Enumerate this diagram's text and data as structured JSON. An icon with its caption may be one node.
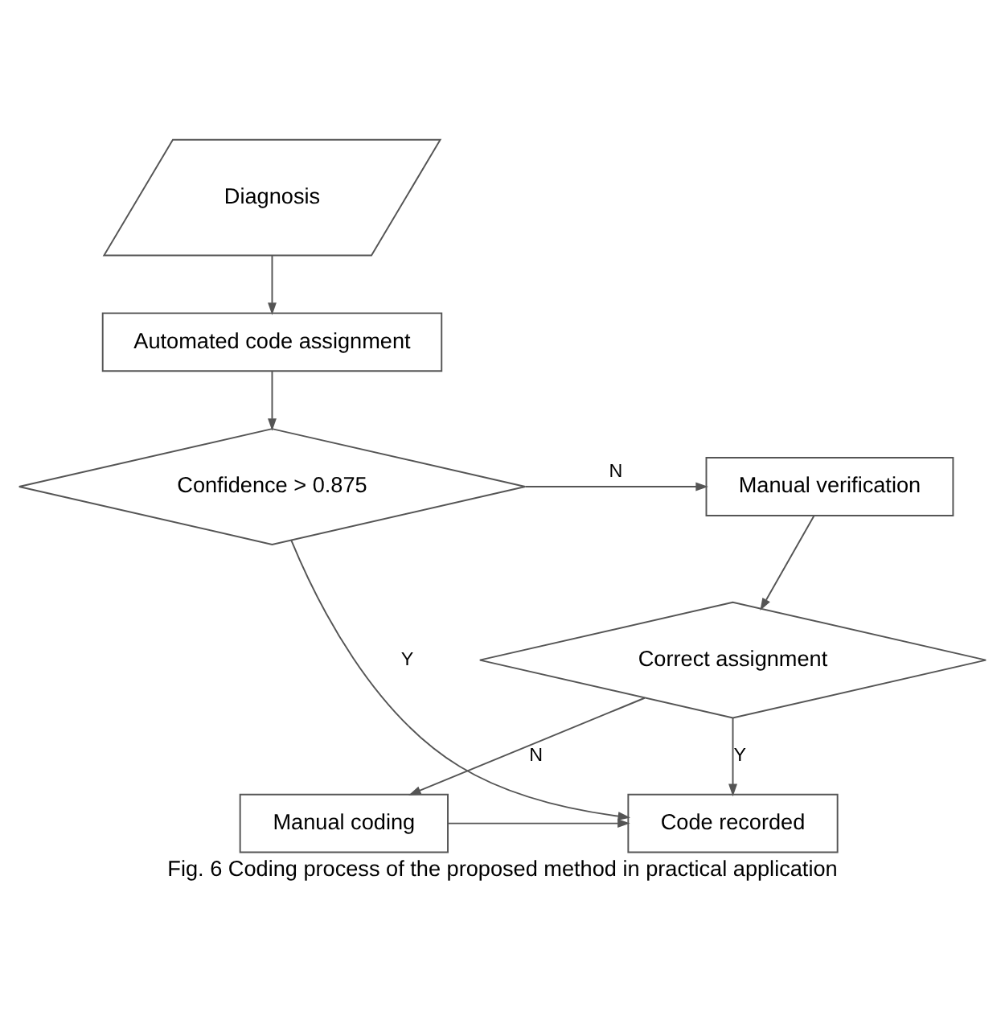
{
  "diagram": {
    "caption": "Fig. 6 Coding process of the proposed method in practical application",
    "nodes": [
      {
        "text": [
          "Diagnosis"
        ]
      },
      {
        "text": [
          "Automated code assignment"
        ]
      },
      {
        "text": [
          "Confidence > 0.875"
        ]
      },
      {
        "text": [
          "Manual verification"
        ]
      },
      {
        "text": [
          "Correct assignment"
        ]
      },
      {
        "text": [
          "Code recorded"
        ]
      },
      {
        "text": [
          "Manual coding"
        ]
      }
    ],
    "edges": [
      {
        "from": 0,
        "to": 1,
        "arrow": "to"
      },
      {
        "from": 1,
        "to": 2,
        "arrow": "to"
      },
      {
        "from": 2,
        "to": 3,
        "arrow": "to",
        "label": "N"
      },
      {
        "from": 2,
        "to": 5,
        "arrow": "to",
        "label": "Y"
      },
      {
        "from": 3,
        "to": 4,
        "arrow": "to"
      },
      {
        "from": 4,
        "to": 5,
        "arrow": "to",
        "label": "Y"
      },
      {
        "from": 4,
        "to": 6,
        "arrow": "to",
        "label": "N"
      },
      {
        "from": 6,
        "to": 5,
        "arrow": "to"
      }
    ]
  }
}
